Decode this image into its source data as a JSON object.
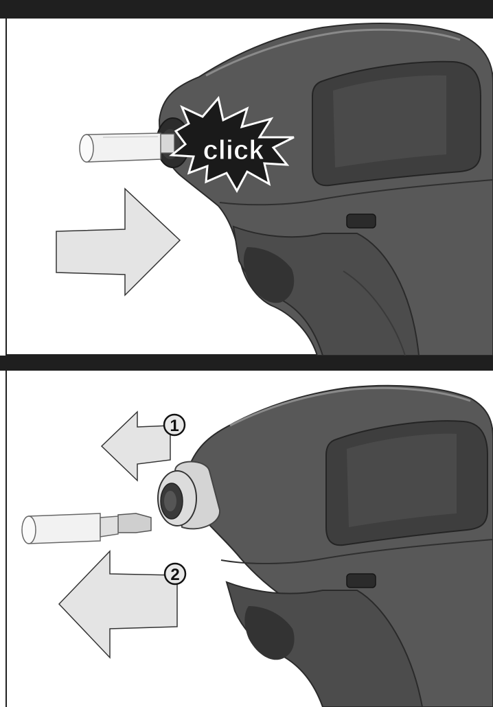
{
  "figure_top": {
    "click_label": "click"
  },
  "figure_bottom": {
    "step_1": "1",
    "step_2": "2"
  },
  "colors": {
    "header_bar": "#1f1f1f",
    "tool_body": "#555555",
    "tool_dark": "#3a3a3a",
    "arrow_fill": "#e4e4e4",
    "bit_fill": "#f4f4f4"
  }
}
